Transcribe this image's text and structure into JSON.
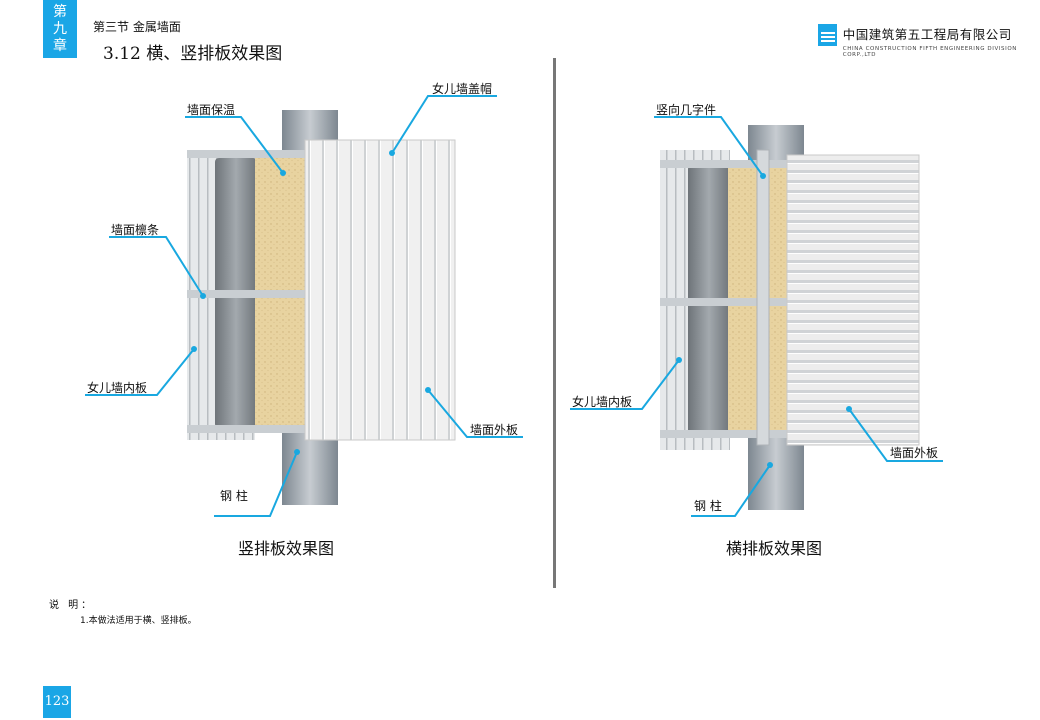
{
  "header": {
    "chapter_tab": [
      "第",
      "九",
      "章"
    ],
    "section": "第三节  金属墙面",
    "title": "3.12  横、竖排板效果图",
    "company_cn": "中国建筑第五工程局有限公司",
    "company_en": "CHINA CONSTRUCTION FIFTH ENGINEERING DIVISION CORP.,LTD"
  },
  "figure_left": {
    "caption": "竖排板效果图",
    "labels": {
      "parapet_cap": "女儿墙盖帽",
      "wall_insulation": "墙面保温",
      "wall_purlin": "墙面檩条",
      "parapet_inner": "女儿墙内板",
      "wall_outer": "墙面外板",
      "steel_column": "钢  柱"
    }
  },
  "figure_right": {
    "caption": "横排板效果图",
    "labels": {
      "vertical_hat": "竖向几字件",
      "parapet_inner": "女儿墙内板",
      "wall_outer": "墙面外板",
      "steel_column": "钢  柱"
    }
  },
  "notes": {
    "label": "说  明：",
    "items": [
      "1.本做法适用于横、竖排板。"
    ]
  },
  "page_number": "123",
  "colors": {
    "accent": "#1aa6e6",
    "insulation": "#e9d6a6",
    "panel": "#eeeeee",
    "steel": "#9aa3ab"
  }
}
